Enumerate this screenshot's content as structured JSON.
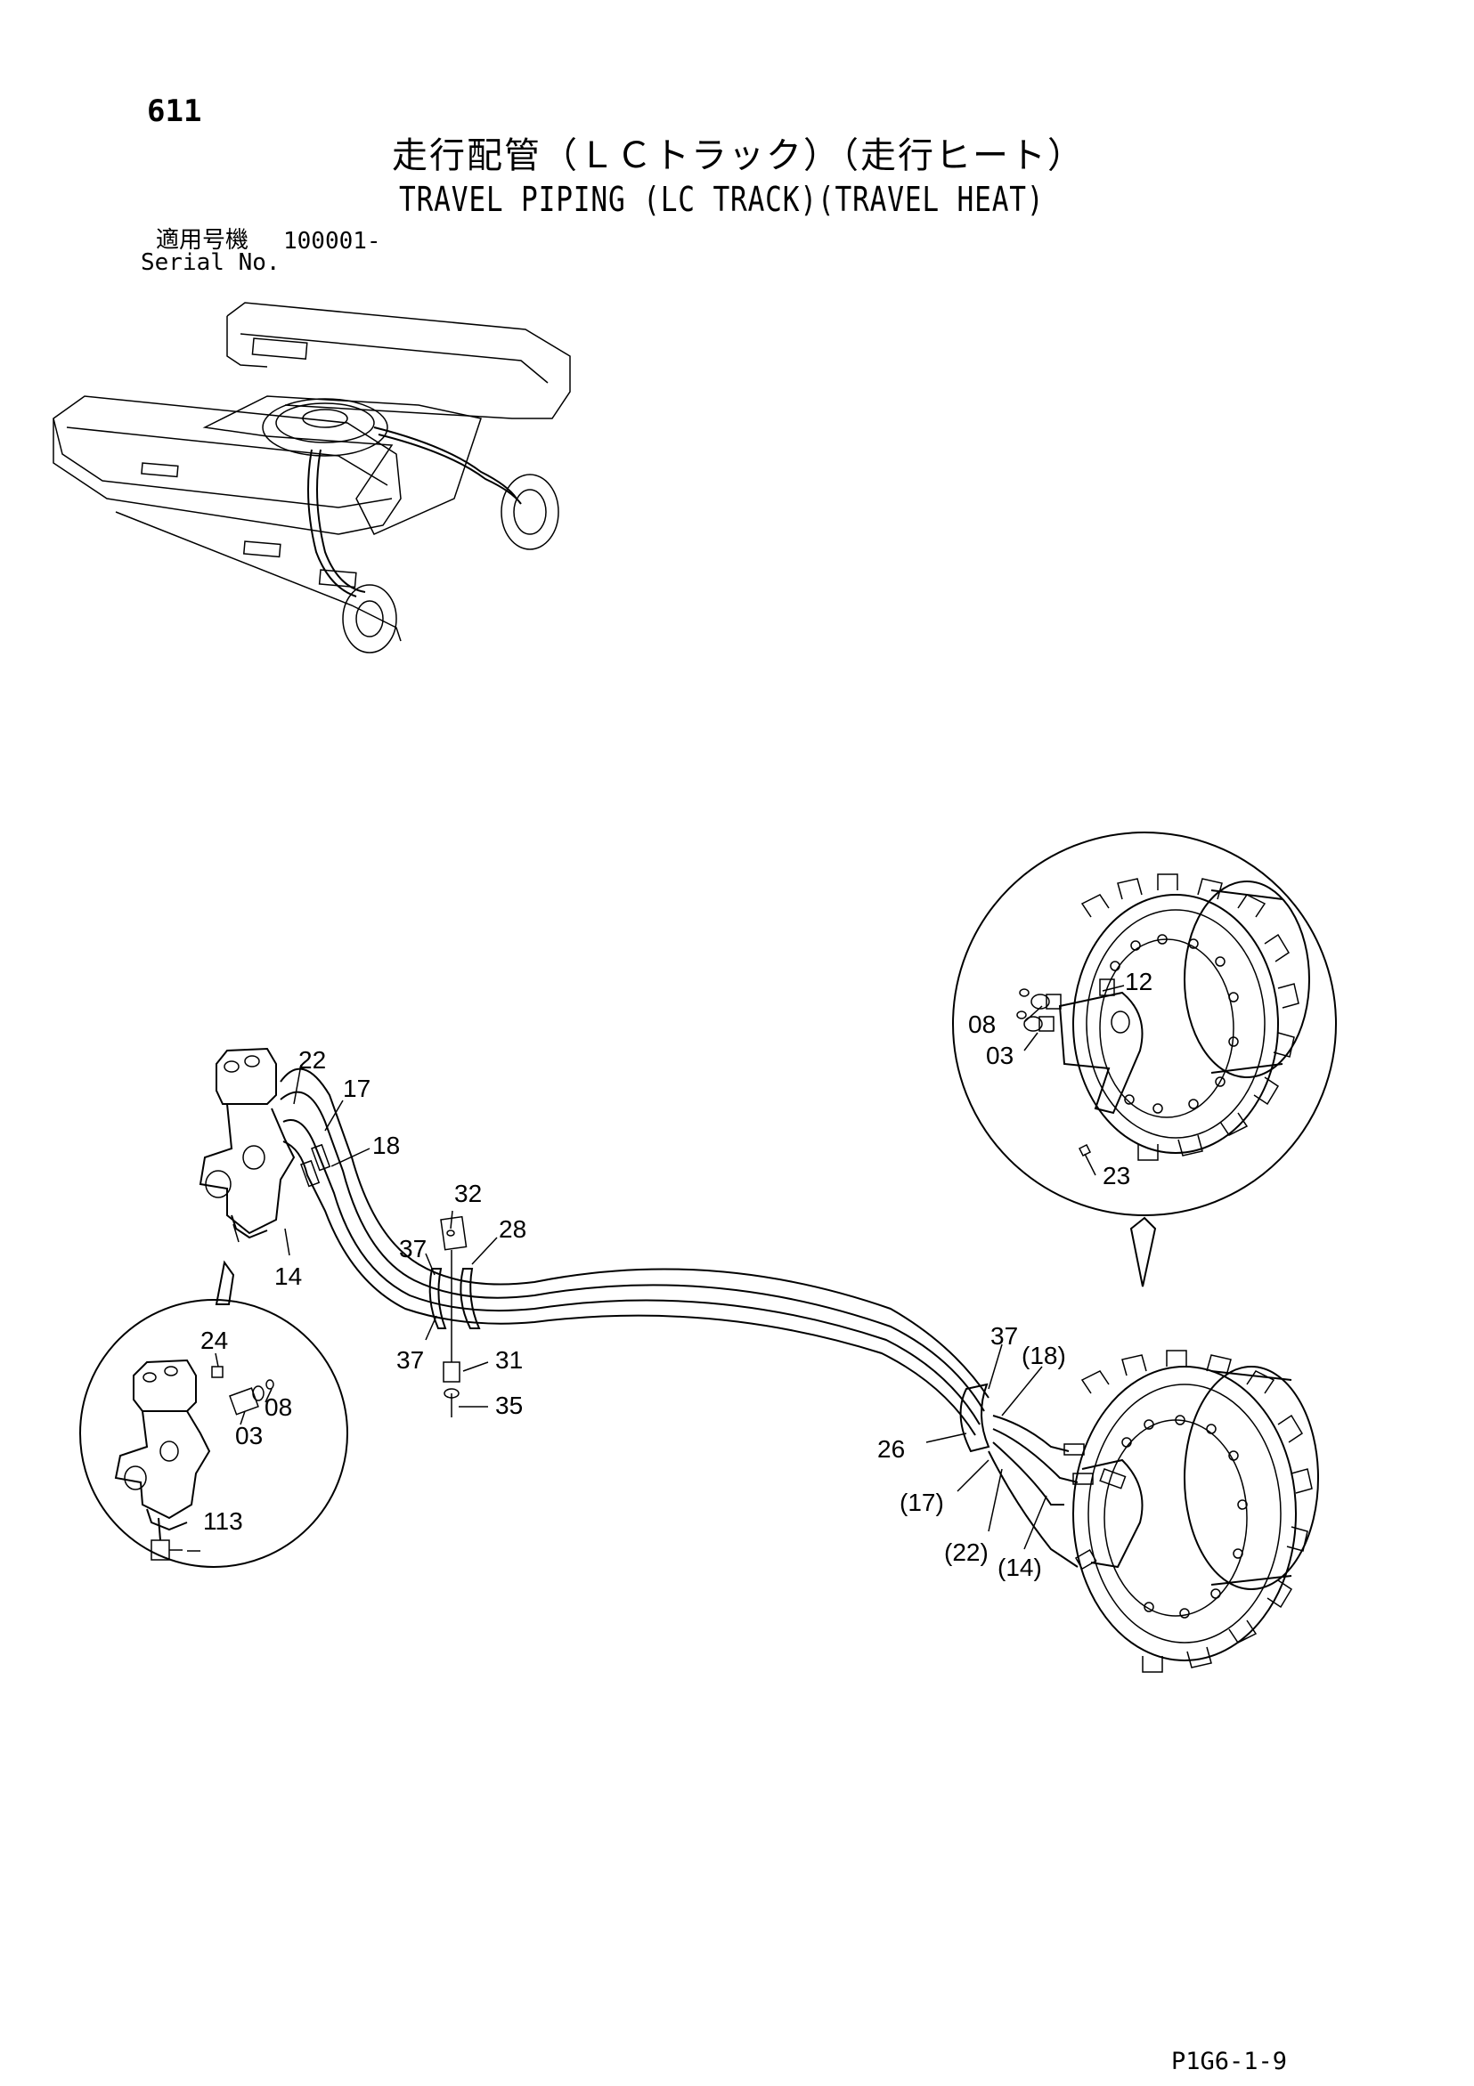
{
  "header": {
    "page_number": "611",
    "title_jp": "走行配管（ＬＣトラック）（走行ヒート）",
    "title_en": "TRAVEL PIPING (LC TRACK)(TRAVEL HEAT)",
    "serial_label_jp": "適用号機",
    "serial_value": "100001-",
    "serial_label_en": "Serial No."
  },
  "callouts": {
    "c12": "12",
    "c08_top": "08",
    "c03_top": "03",
    "c23": "23",
    "c22": "22",
    "c17": "17",
    "c18": "18",
    "c14": "14",
    "c32": "32",
    "c28": "28",
    "c37_a": "37",
    "c37_b": "37",
    "c31": "31",
    "c35": "35",
    "c24": "24",
    "c08_left": "08",
    "c03_left": "03",
    "c113": "113",
    "c37_c": "37",
    "c18_p": "(18)",
    "c26": "26",
    "c17_p": "(17)",
    "c22_p": "(22)",
    "c14_p": "(14)"
  },
  "footer": {
    "page_code": "P1G6-1-9"
  }
}
